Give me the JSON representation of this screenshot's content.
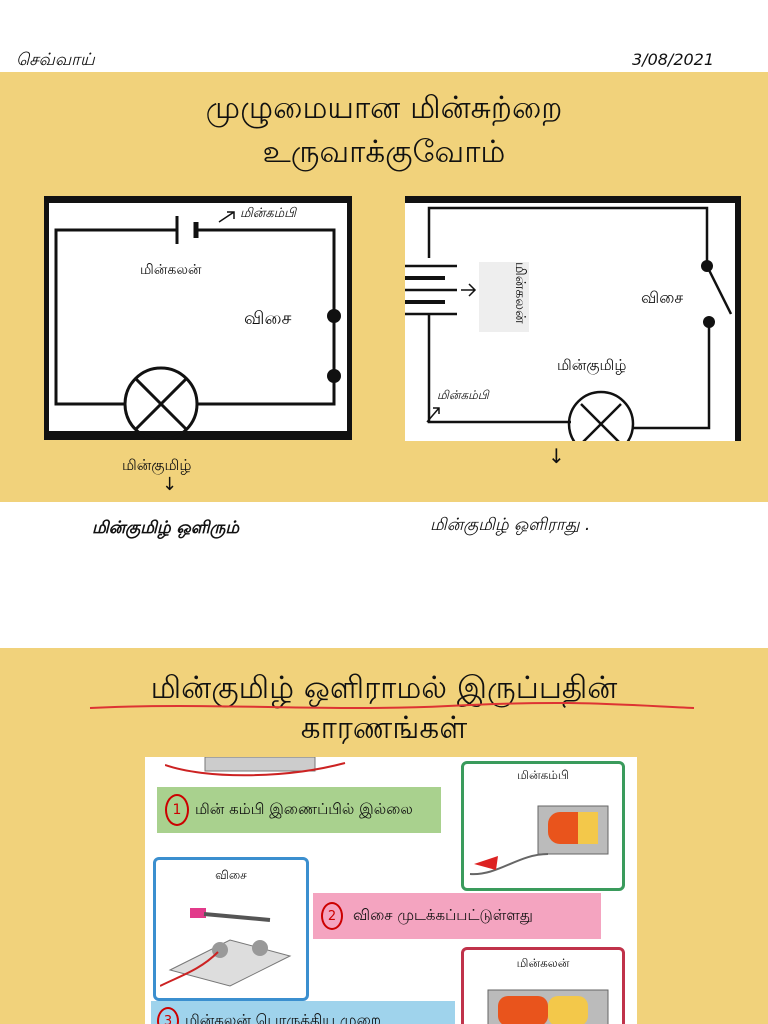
{
  "header": {
    "day": "செவ்வாய்",
    "date": "3/08/2021"
  },
  "section1": {
    "title_line1": "முழுமையான மின்சுற்றை",
    "title_line2": "உருவாக்குவோம்",
    "left_circuit": {
      "wire_label": "மின்கம்பி",
      "battery_label": "மின்கலன்",
      "switch_label": "விசை",
      "bulb_label": "மின்குமிழ்",
      "result": "மின்குமிழ் ஒளிரும்"
    },
    "right_circuit": {
      "battery_label_line1": "மின்கல",
      "battery_label_line2": "ன்",
      "switch_label": "விசை",
      "bulb_label": "மின்குமிழ்",
      "wire_label": "மின்கம்பி",
      "result": "மின்குமிழ் ஒளிராது ."
    }
  },
  "section2": {
    "title_line1": "மின்குமிழ் ஒளிராமல் இருப்பதின்",
    "title_line2": "காரணங்கள்",
    "reasons": [
      {
        "number": "1",
        "text": "மின் கம்பி இணைப்பில் இல்லை"
      },
      {
        "number": "2",
        "text": "விசை முடக்கப்பட்டுள்ளது"
      },
      {
        "number": "3",
        "text": "மின்கலன் பொருத்திய முறை"
      }
    ],
    "cards": {
      "wire": "மின்கம்பி",
      "switch": "விசை",
      "battery": "மின்கலன்"
    }
  }
}
